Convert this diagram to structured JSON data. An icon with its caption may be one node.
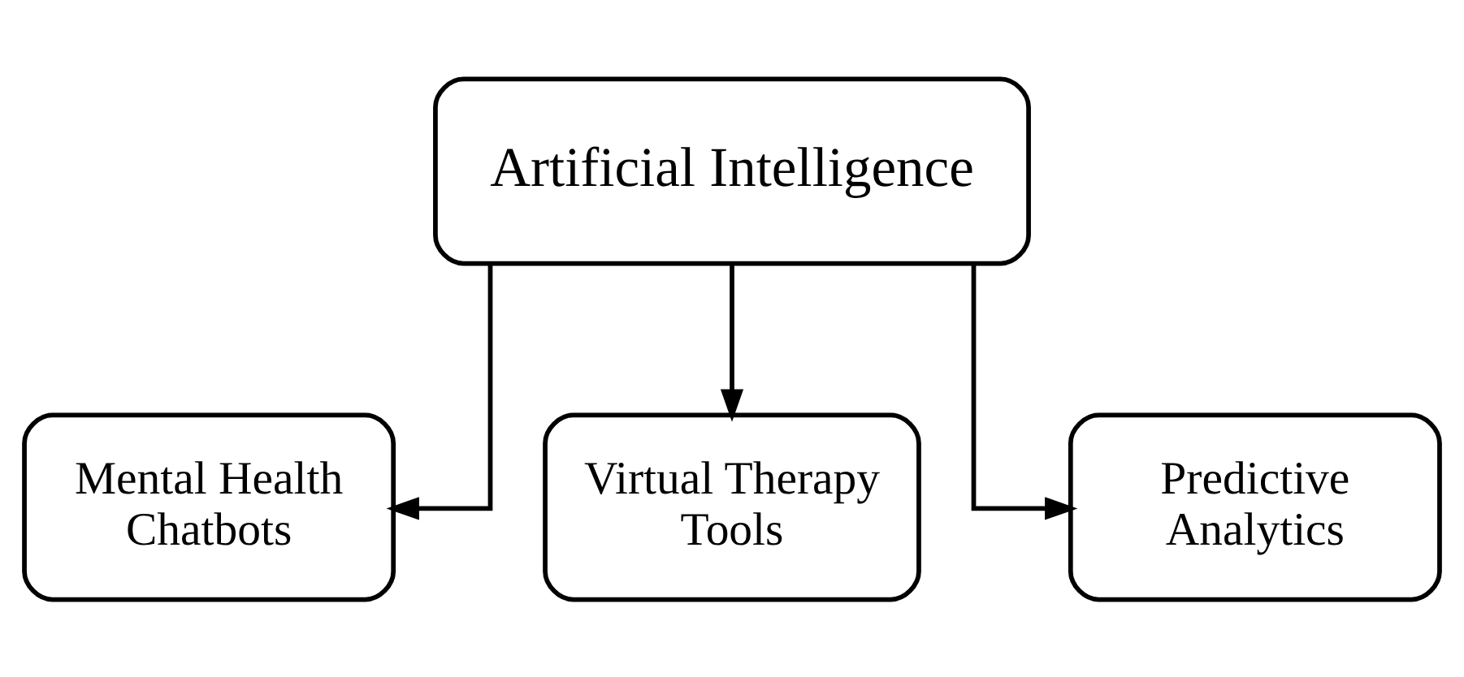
{
  "diagram": {
    "nodes": [
      {
        "text": [
          "Artificial Intelligence"
        ]
      },
      {
        "text": [
          "Mental Health Chatbots"
        ]
      },
      {
        "text": [
          "Virtual Therapy Tools"
        ]
      },
      {
        "text": [
          "Predictive Analytics"
        ]
      }
    ],
    "edges": [
      {
        "from": 0,
        "to": 1,
        "arrow": "to"
      },
      {
        "from": 0,
        "to": 2,
        "arrow": "to"
      },
      {
        "from": 0,
        "to": 3,
        "arrow": "to"
      }
    ]
  }
}
